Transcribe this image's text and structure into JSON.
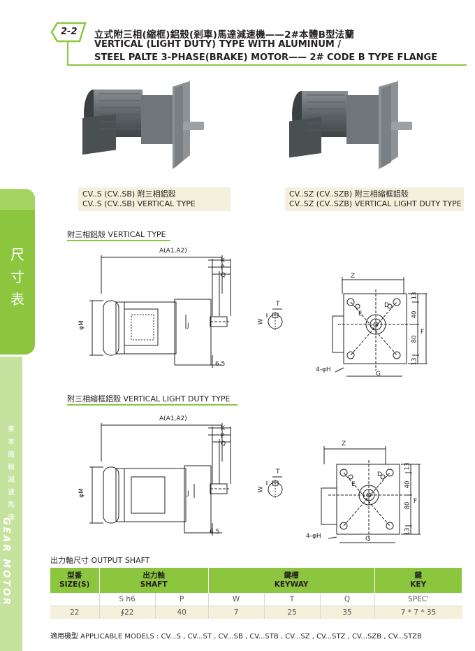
{
  "header": {
    "section_no": "2-2",
    "title_zh": "立式附三相(縮框)鋁殼(剎車)馬達減速機——2#本體B型法蘭",
    "title_en_1": "VERTICAL (LIGHT DUTY) TYPE WITH ALUMINUM /",
    "title_en_2": "STEEL PALTE 3-PHASE(BRAKE) MOTOR—— 2# CODE B TYPE FLANGE"
  },
  "sidebar": {
    "tab_text": [
      "尺",
      "寸",
      "表"
    ],
    "company_zh": [
      "東",
      "本",
      "齒",
      "輪",
      "減",
      "速",
      "馬",
      "達"
    ],
    "company_en": "GEAR MOTOR"
  },
  "products": [
    {
      "line1": "CV..S (CV..SB) 附三相鋁殼",
      "line2": "CV..S (CV..SB) VERTICAL TYPE"
    },
    {
      "line1": "CV..SZ (CV..SZB) 附三相縮框鋁殼",
      "line2": "CV..SZ (CV..SZB) VERTICAL LIGHT DUTY TYPE"
    }
  ],
  "drawings": [
    {
      "heading": "附三相鋁殼 VERTICAL TYPE",
      "labels": {
        "a": "A(A1,A2)",
        "k": "K",
        "p": "P",
        "q": "Q",
        "m": "φM",
        "j": "J",
        "gap": "6.5",
        "t": "T",
        "w": "W",
        "z": "Z",
        "d": "D",
        "e": "E",
        "f": "F",
        "g": "G",
        "h": "4-φH",
        "d13a": "13",
        "d40": "40",
        "d80": "80",
        "d13b": "13"
      }
    },
    {
      "heading": "附三相縮框鋁殼 VERTICAL LIGHT DUTY TYPE",
      "labels": {
        "a": "A(A1,A2)",
        "k": "K",
        "p": "P",
        "q": "Q",
        "m": "φM",
        "j": "J",
        "gap": "6.5",
        "t": "T",
        "w": "W",
        "z": "Z",
        "d": "D",
        "e": "E",
        "f": "F",
        "g": "G",
        "h": "4-φH",
        "d13a": "13",
        "d40": "40",
        "d80": "80",
        "d13b": "13"
      }
    }
  ],
  "output_shaft": {
    "heading": "出力軸尺寸  OUTPUT SHAFT",
    "columns": [
      {
        "zh": "型番",
        "en": "SIZE(S)"
      },
      {
        "zh": "出力軸",
        "en": "SHAFT"
      },
      {
        "zh": "鍵槽",
        "en": "KEYWAY"
      },
      {
        "zh": "鍵",
        "en": "KEY"
      }
    ],
    "sub_headers": [
      "",
      "S h6",
      "P",
      "W",
      "T",
      "Q",
      "SPEC'"
    ],
    "rows": [
      [
        "22",
        "∮22",
        "40",
        "7",
        "25",
        "35",
        "7 * 7 * 35"
      ]
    ]
  },
  "applicable": "適用機型 APPLICABLE MODELS : CV...S , CV...ST , CV...SB , CV...STB , CV...SZ , CV...STZ , CV...SZB , CV...STZB",
  "colors": {
    "accent": "#8cc63f",
    "accent_light": "#c5e39e",
    "cream": "#f5f0dc"
  }
}
